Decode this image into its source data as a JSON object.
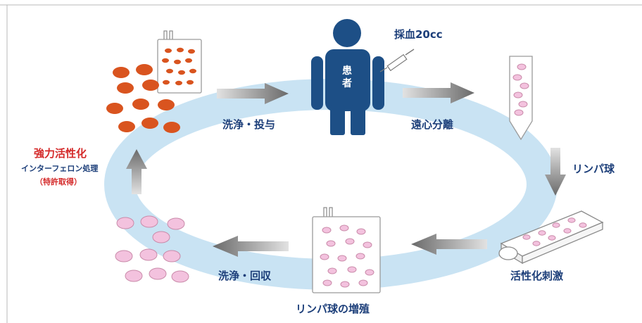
{
  "patient": {
    "char1": "患",
    "char2": "者"
  },
  "labels": {
    "blood_draw": "採血20cc",
    "wash_administer": "洗浄・投与",
    "centrifuge": "遠心分離",
    "lymphocytes": "リンパ球",
    "activation_stimulus": "活性化刺激",
    "lymphocyte_proliferation": "リンパ球の増殖",
    "wash_collect": "洗浄・回収",
    "strong_activation": "強力活性化",
    "interferon_treatment": "インターフェロン処理",
    "patent": "（特許取得）"
  },
  "colors": {
    "ring": "#c9e3f3",
    "navy": "#1d3f7a",
    "activated_cell": "#d9541f",
    "pink_cell": "#f3c2de",
    "pink_cell_stroke": "#c98aa9",
    "accent_red": "#d42a2a",
    "arrow_gray": "#8a8a8a"
  },
  "icons": {
    "patient": "person-silhouette-icon",
    "syringe": "syringe-icon",
    "culture_bag": "culture-bag-icon",
    "test_tube": "test-tube-icon",
    "flask": "culture-flask-icon",
    "arrow": "arrow-icon"
  }
}
